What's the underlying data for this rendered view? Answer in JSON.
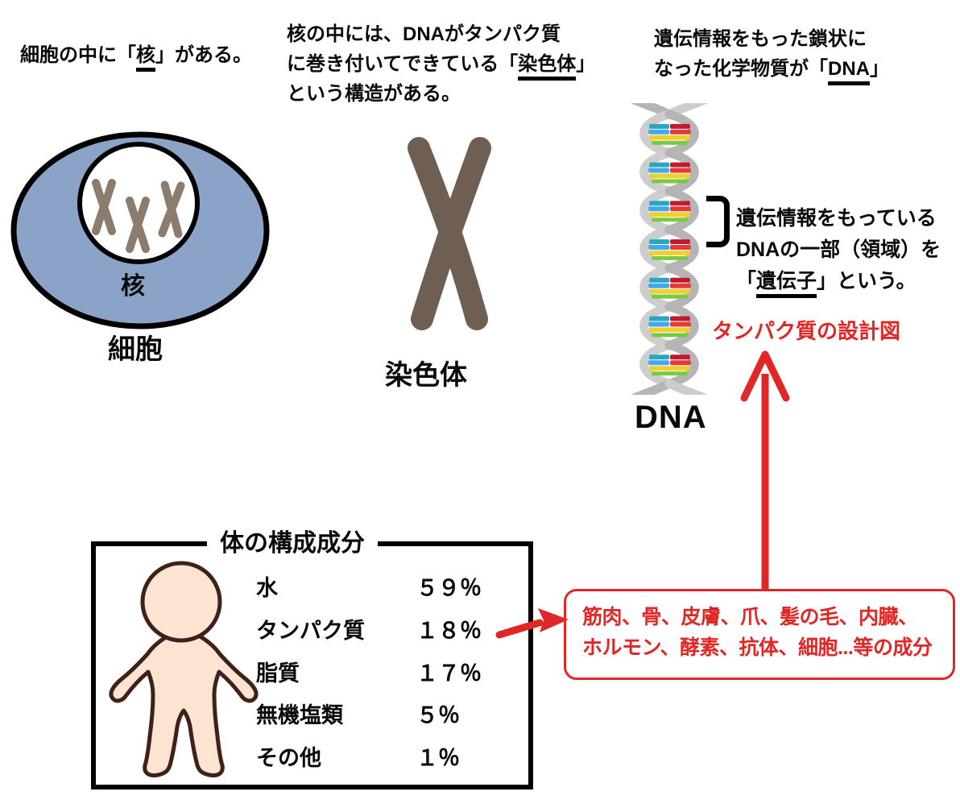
{
  "colors": {
    "accent_red": "#e12726",
    "cell_fill": "#8ba3c7",
    "chromosome_brown": "#6f5e52",
    "mini_chromosome": "#8b7c6d",
    "skin": "#fbe5d2",
    "skin_outline": "#40211a",
    "helix_gray_light": "#cdcdcd",
    "helix_gray_dark": "#b5b5b5",
    "band_teal": "#2aa5bf",
    "band_crimson": "#bf1b30",
    "band_blue": "#3fa9f5",
    "band_red": "#e23b3b",
    "band_yellow": "#f0cf2f",
    "band_green": "#7ac943"
  },
  "captions": {
    "cell": {
      "pre": "細胞の中に「",
      "term": "核",
      "post": "」がある。"
    },
    "chromosome": {
      "line1": "核の中には、DNAがタンパク質",
      "line2_pre": "に巻き付いてできている「",
      "line2_term": "染色体",
      "line2_post": "」",
      "line3": "という構造がある。"
    },
    "dna": {
      "line1": "遺伝情報をもった鎖状に",
      "line2_pre": "なった化学物質が「",
      "line2_term": "DNA",
      "line2_post": "」"
    }
  },
  "labels": {
    "nucleus": "核",
    "cell": "細胞",
    "chromosome": "染色体",
    "dna": "DNA"
  },
  "gene_note": {
    "line1": "遺伝情報をもっている",
    "line2": "DNAの一部（領域）を",
    "line3_pre": "「",
    "line3_term": "遺伝子",
    "line3_post": "」という。"
  },
  "protein_note": "タンパク質の設計図",
  "body_box": {
    "title": "体の構成成分",
    "rows": [
      {
        "label": "水",
        "value": "５９％"
      },
      {
        "label": "タンパク質",
        "value": "１８％"
      },
      {
        "label": "脂質",
        "value": "１７％"
      },
      {
        "label": "無機塩類",
        "value": "５％"
      },
      {
        "label": "その他",
        "value": "１％"
      }
    ]
  },
  "protein_examples": {
    "line1": "筋肉、骨、皮膚、爪、髪の毛、内臓、",
    "line2": "ホルモン、酵素、抗体、細胞...等の成分"
  },
  "chart_data": {
    "type": "table",
    "title": "体の構成成分",
    "categories": [
      "水",
      "タンパク質",
      "脂質",
      "無機塩類",
      "その他"
    ],
    "values": [
      59,
      18,
      17,
      5,
      1
    ],
    "unit": "%"
  }
}
